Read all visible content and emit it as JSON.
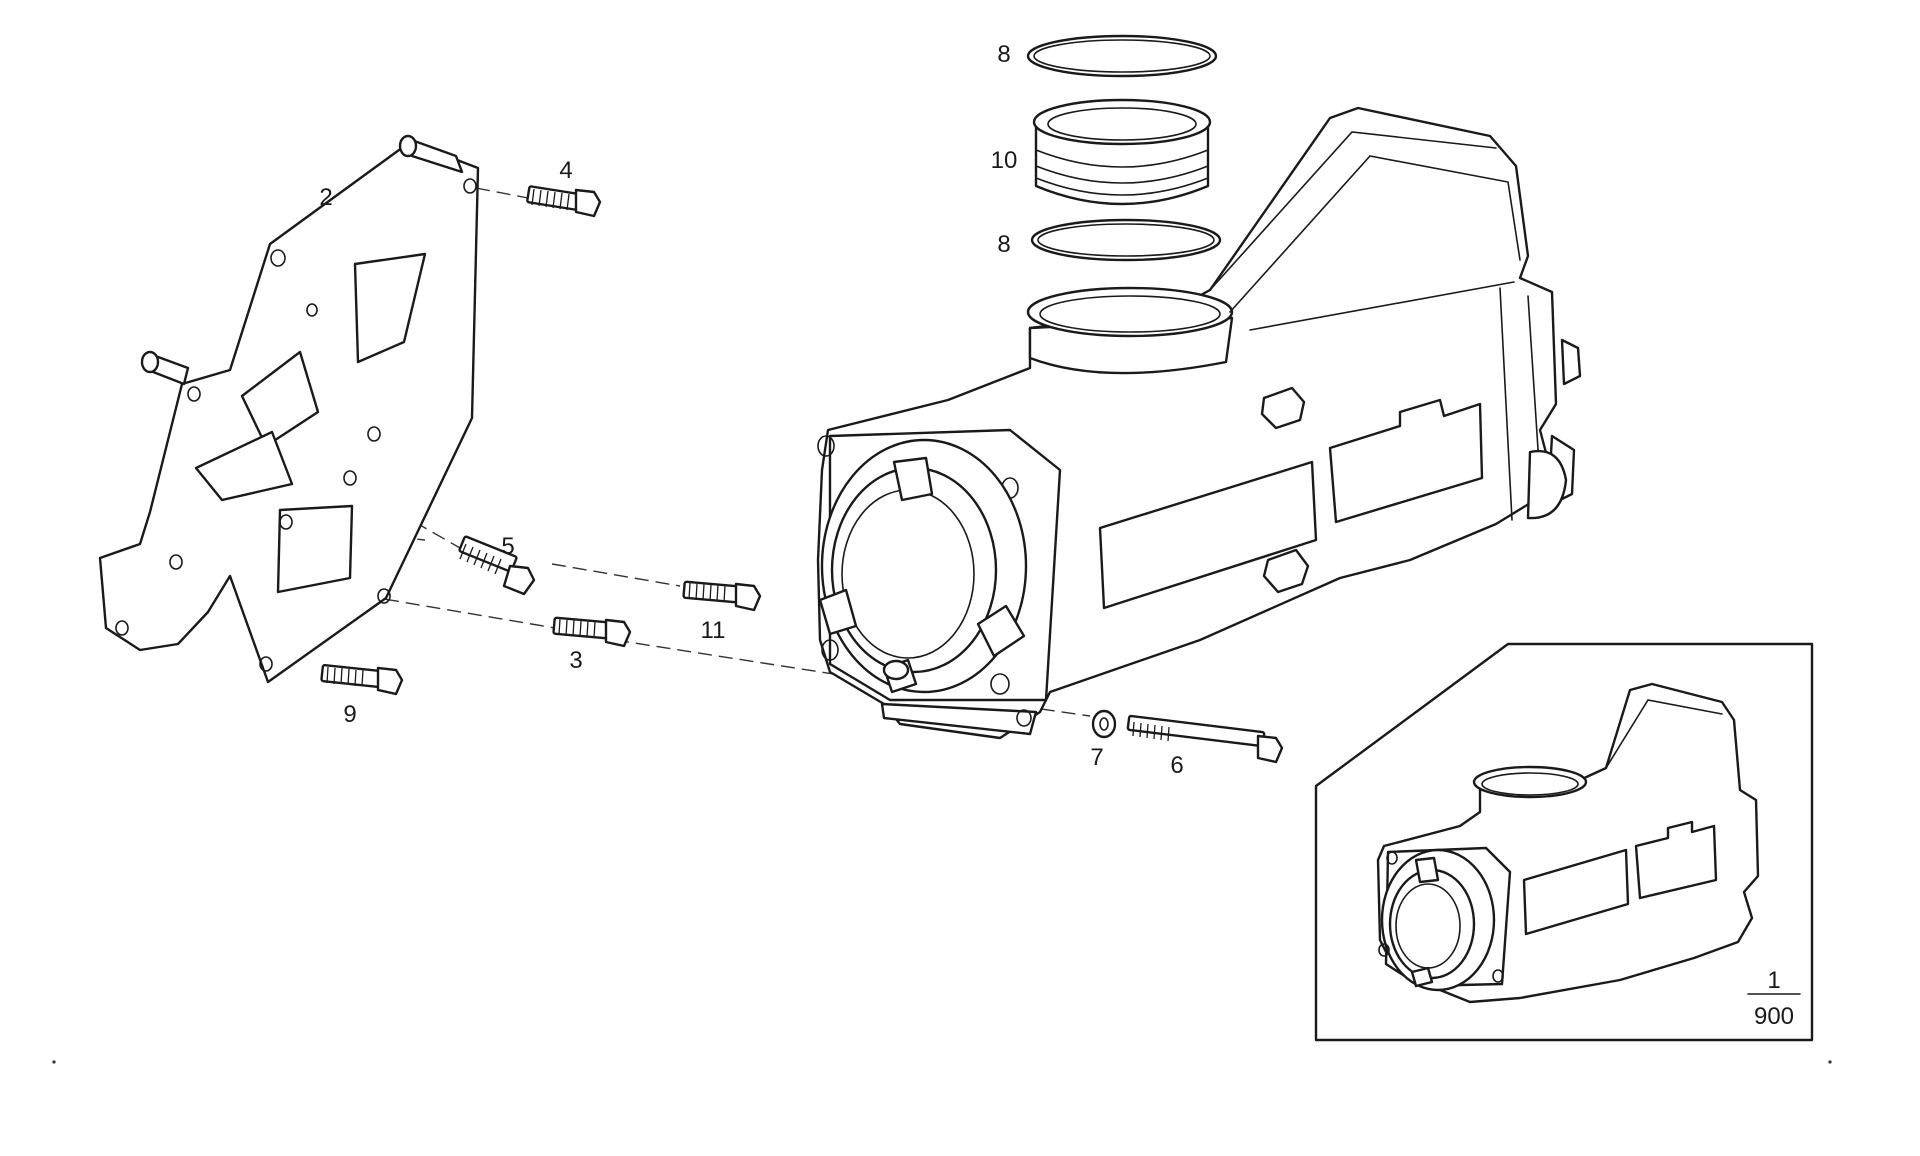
{
  "parts": [
    {
      "id": "part-1",
      "label": "1"
    },
    {
      "id": "part-2",
      "label": "2"
    },
    {
      "id": "part-3",
      "label": "3"
    },
    {
      "id": "part-4",
      "label": "4"
    },
    {
      "id": "part-5",
      "label": "5"
    },
    {
      "id": "part-6",
      "label": "6"
    },
    {
      "id": "part-7",
      "label": "7"
    },
    {
      "id": "part-8-top",
      "label": "8"
    },
    {
      "id": "part-8-bottom",
      "label": "8"
    },
    {
      "id": "part-9",
      "label": "9"
    },
    {
      "id": "part-10",
      "label": "10"
    },
    {
      "id": "part-11",
      "label": "11"
    }
  ],
  "inset": {
    "quantity_label": "1",
    "code": "900"
  }
}
